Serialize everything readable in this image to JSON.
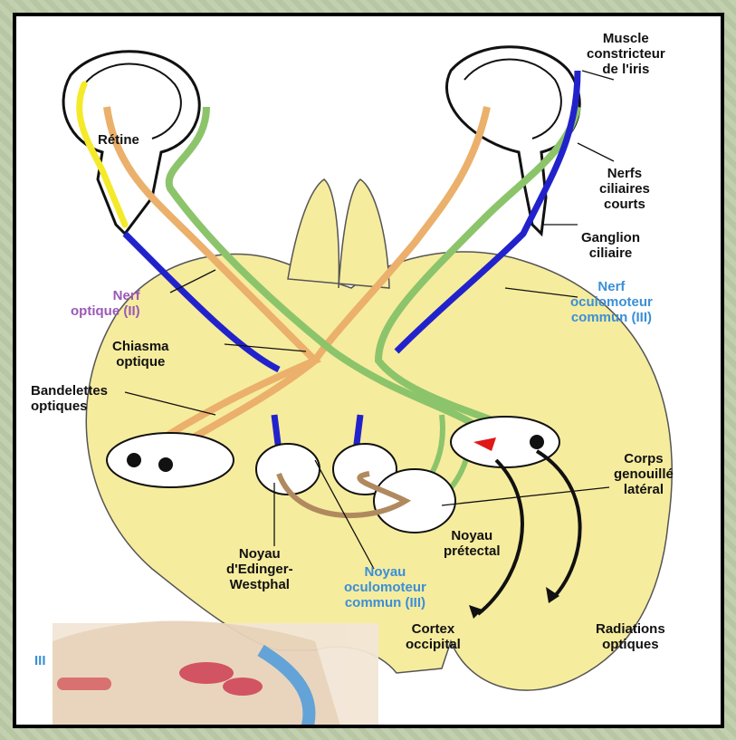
{
  "colors": {
    "brain": "#f6ec9e",
    "yellow_pathway": "#f4ea2a",
    "orange_pathway": "#ebb06b",
    "green_pathway": "#8cc46b",
    "blue_pathway": "#2222cc",
    "brown_pathway": "#b08a5e",
    "red_nucleus": "#e01818",
    "purple_label": "#9b59b6",
    "blue_label": "#3a8fd8"
  },
  "labels": {
    "muscle": "Muscle\nconstricteur\nde l'iris",
    "retine": "Rétine",
    "nerfs_ciliaires": "Nerfs\nciliaires\ncourts",
    "ganglion": "Ganglion\nciliaire",
    "nerf_optique": "Nerf\noptique (II)",
    "nerf_oculomoteur": "Nerf\noculomoteur\ncommun (III)",
    "chiasma": "Chiasma\noptique",
    "bandelettes": "Bandelettes\noptiques",
    "corps_genouille": "Corps\ngenouillé\nlatéral",
    "noyau_pretectal": "Noyau\nprétectal",
    "noyau_ew": "Noyau\nd'Edinger-\nWestphal",
    "noyau_oculomoteur": "Noyau\noculomoteur\ncommun (III)",
    "cortex": "Cortex\noccipital",
    "radiations": "Radiations\noptiques",
    "iii": "III"
  }
}
